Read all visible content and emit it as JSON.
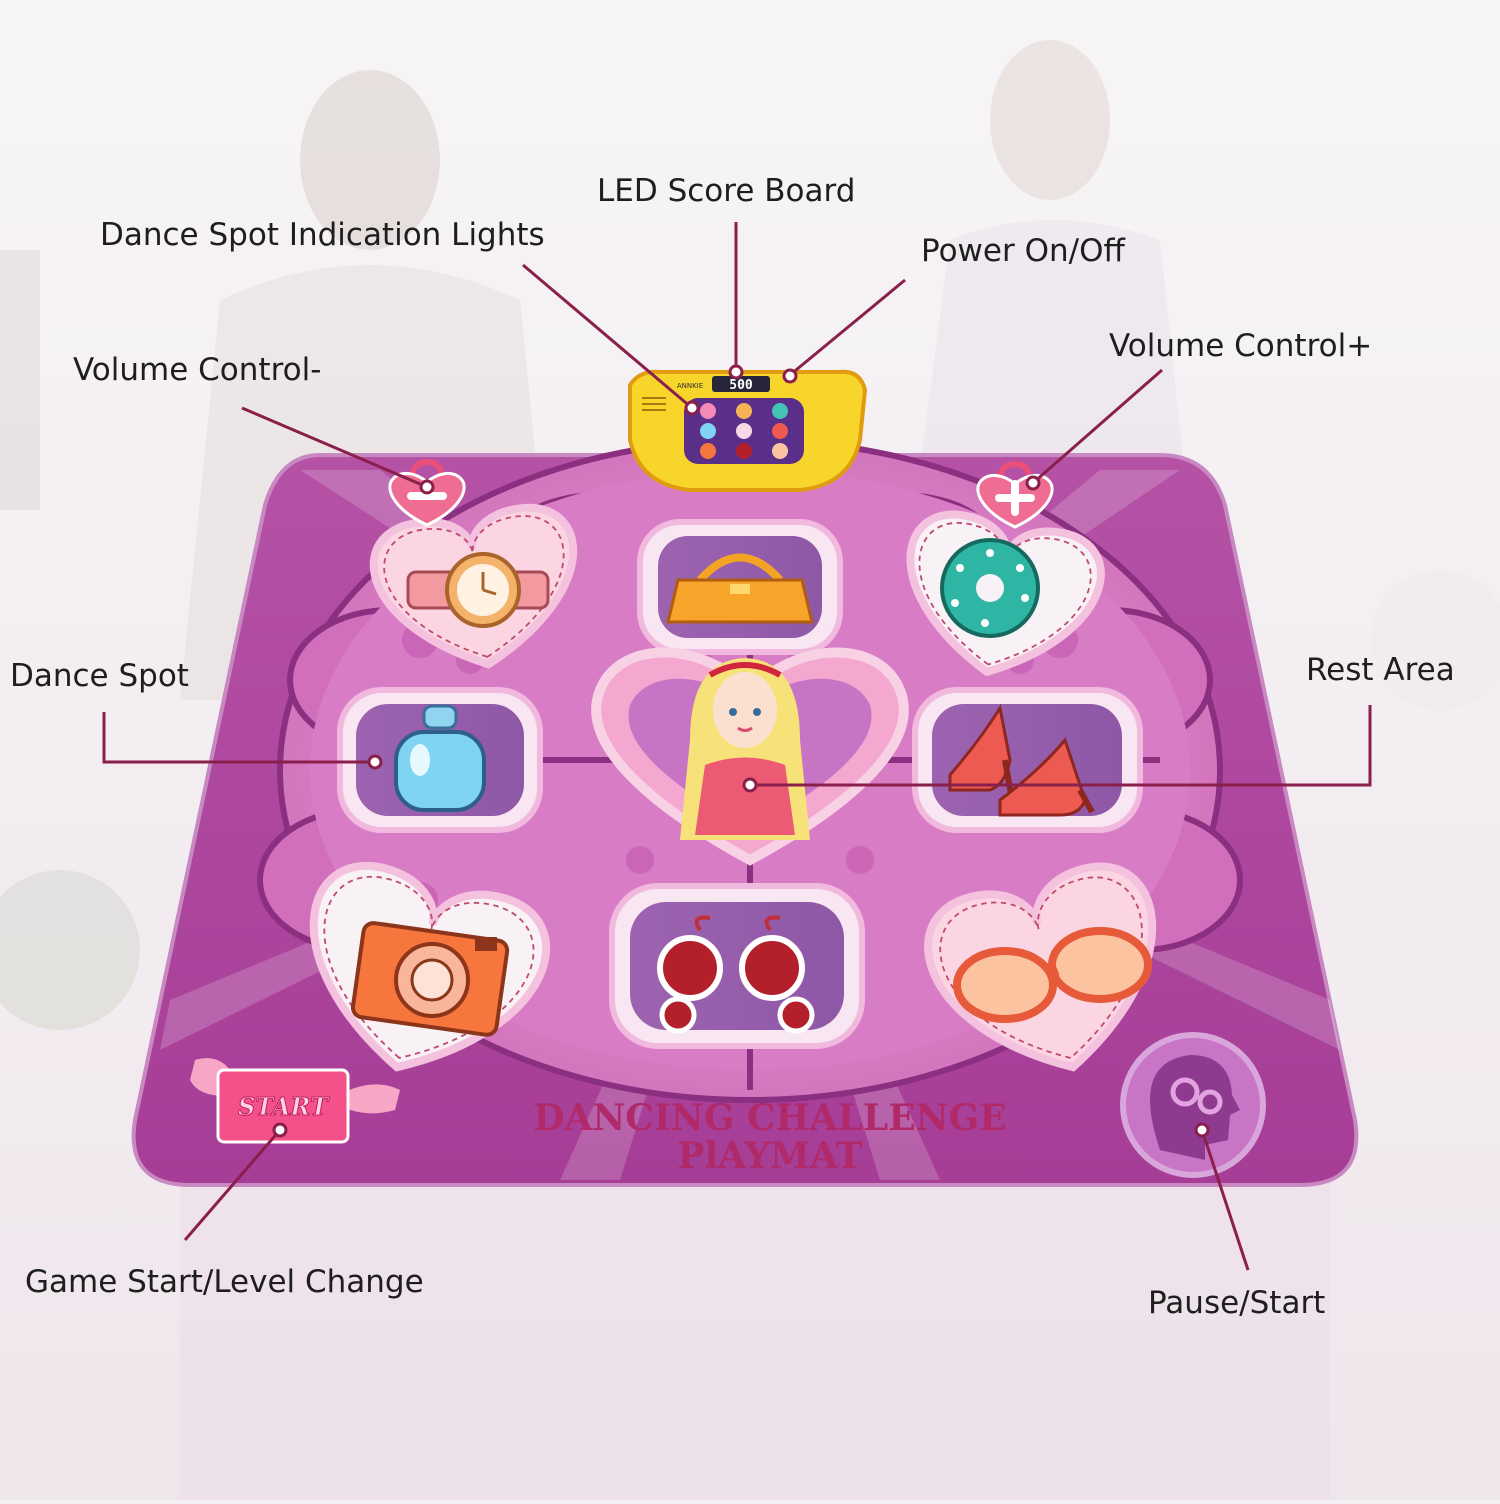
{
  "callouts": {
    "led_score_board": "LED Score Board",
    "dance_spot_indication_lights": "Dance Spot Indication Lights",
    "power": "Power On/Off",
    "volume_minus": "Volume Control-",
    "volume_plus": "Volume Control+",
    "dance_spot": "Dance Spot",
    "rest_area": "Rest Area",
    "game_start": "Game Start/Level Change",
    "pause_start": "Pause/Start"
  },
  "mat": {
    "title_line1": "DANCING CHALLENGE",
    "title_line2": "PlAYMAT",
    "start_label": "START",
    "console_brand": "ANNKIE",
    "led_display": "500"
  },
  "colors": {
    "mat_purple": "#a8429a",
    "inner_pink": "#d77ac2",
    "lead_line": "#8a1f4c",
    "console_yellow": "#f6d21f",
    "title_magenta": "#b02a6a"
  },
  "icons": [
    "watch-icon",
    "handbag-icon",
    "scrunchie-icon",
    "perfume-icon",
    "doll-icon",
    "heels-icon",
    "camera-icon",
    "earrings-icon",
    "sunglasses-icon",
    "brain-gears-icon",
    "start-envelope-icon",
    "lock-minus-icon",
    "lock-plus-icon"
  ]
}
